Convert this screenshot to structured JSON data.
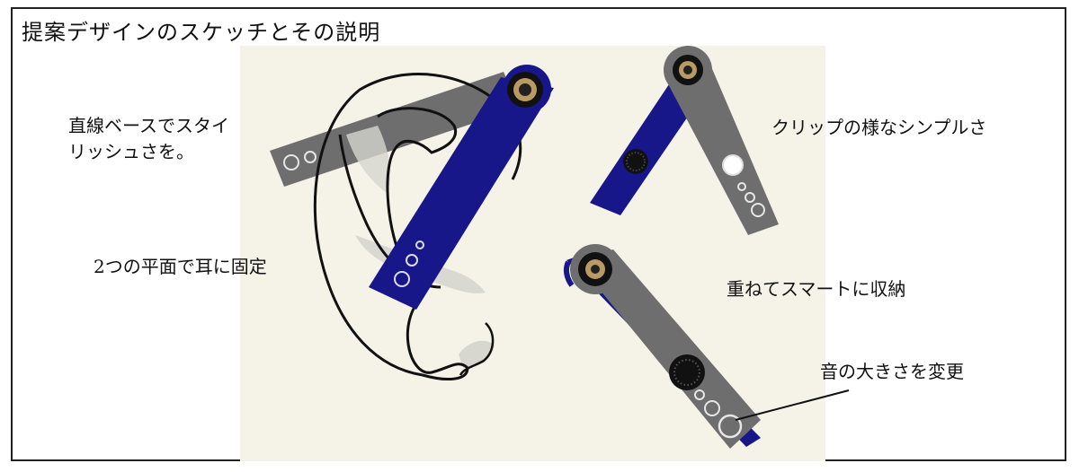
{
  "title": "提案デザインのスケッチとその説明",
  "annotations": {
    "straight_lines": [
      "直線ベースでスタイ",
      "リッシュさを。"
    ],
    "two_planes": "2つの平面で耳に固定",
    "clip": "クリップの様なシンプルさ",
    "stack": "重ねてスマートに収納",
    "volume": "音の大きさを変更"
  },
  "colors": {
    "background_panel": "#f5f3e8",
    "arm_blue": "#17178a",
    "arm_gray": "#6e6e6e",
    "outline": "#111111"
  }
}
